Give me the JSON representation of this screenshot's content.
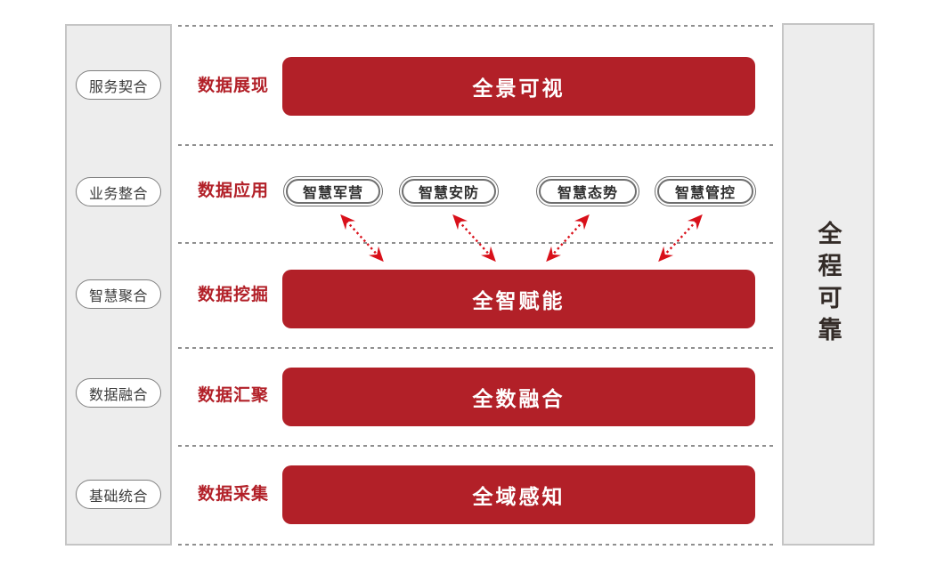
{
  "left_sidebar": {
    "items": [
      "服务契合",
      "业务整合",
      "智慧聚合",
      "数据融合",
      "基础统合"
    ]
  },
  "right_sidebar": {
    "label": "全程可靠"
  },
  "rows": {
    "presentation": {
      "label": "数据展现",
      "bar": "全景可视"
    },
    "application": {
      "label": "数据应用",
      "pills": [
        "智慧军营",
        "智慧安防",
        "智慧态势",
        "智慧管控"
      ]
    },
    "mining": {
      "label": "数据挖掘",
      "bar": "全智赋能"
    },
    "aggregation": {
      "label": "数据汇聚",
      "bar": "全数融合"
    },
    "collection": {
      "label": "数据采集",
      "bar": "全域感知"
    }
  },
  "colors": {
    "accent_red": "#B22028",
    "arrow_red": "#D9101A",
    "panel_gray": "#EDEDED",
    "panel_border": "#C5C5C5",
    "text_dark": "#332B27"
  }
}
